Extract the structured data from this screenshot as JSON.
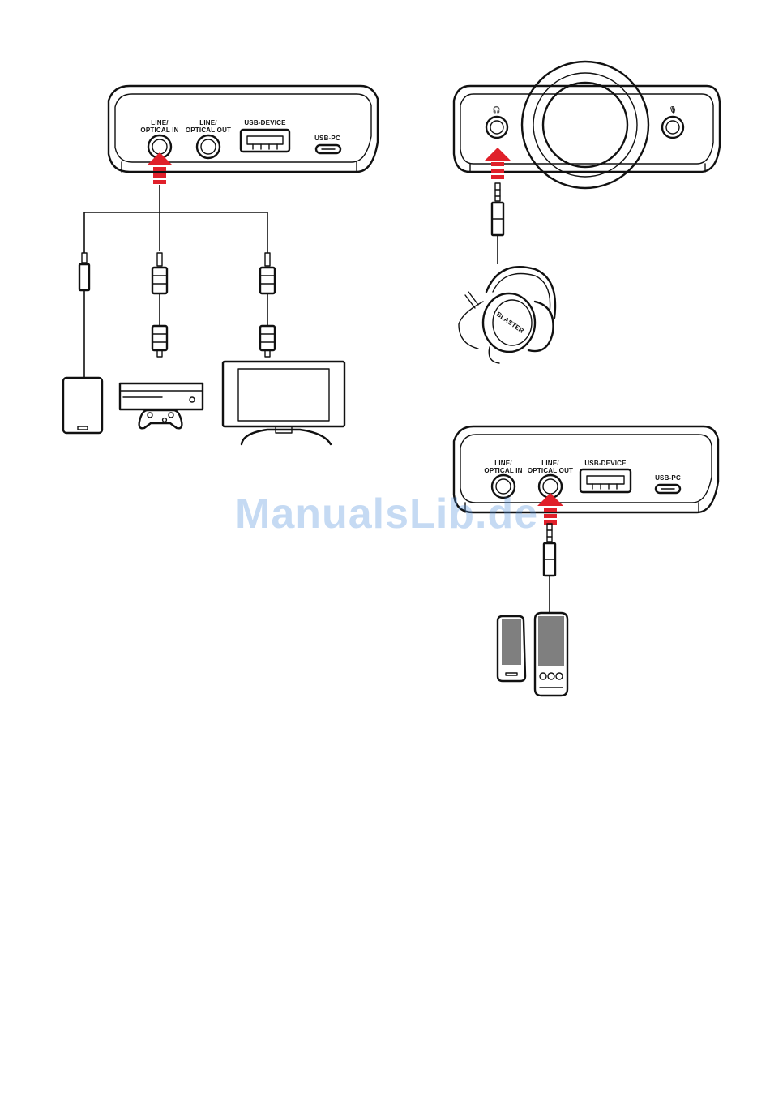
{
  "device_top_left": {
    "ports": [
      {
        "label_line1": "LINE/",
        "label_line2": "OPTICAL IN"
      },
      {
        "label_line1": "LINE/",
        "label_line2": "OPTICAL OUT"
      },
      {
        "label_line1": "USB-DEVICE",
        "label_line2": ""
      },
      {
        "label_line1": "USB-PC",
        "label_line2": ""
      }
    ]
  },
  "device_bottom_right": {
    "ports": [
      {
        "label_line1": "LINE/",
        "label_line2": "OPTICAL IN"
      },
      {
        "label_line1": "LINE/",
        "label_line2": "OPTICAL OUT"
      },
      {
        "label_line1": "USB-DEVICE",
        "label_line2": ""
      },
      {
        "label_line1": "USB-PC",
        "label_line2": ""
      }
    ]
  },
  "headset_brand": "BLASTER",
  "watermark": "ManualsLib.de",
  "colors": {
    "arrow": "#e0202a",
    "line": "#111111",
    "watermark": "#4f8fdc"
  }
}
